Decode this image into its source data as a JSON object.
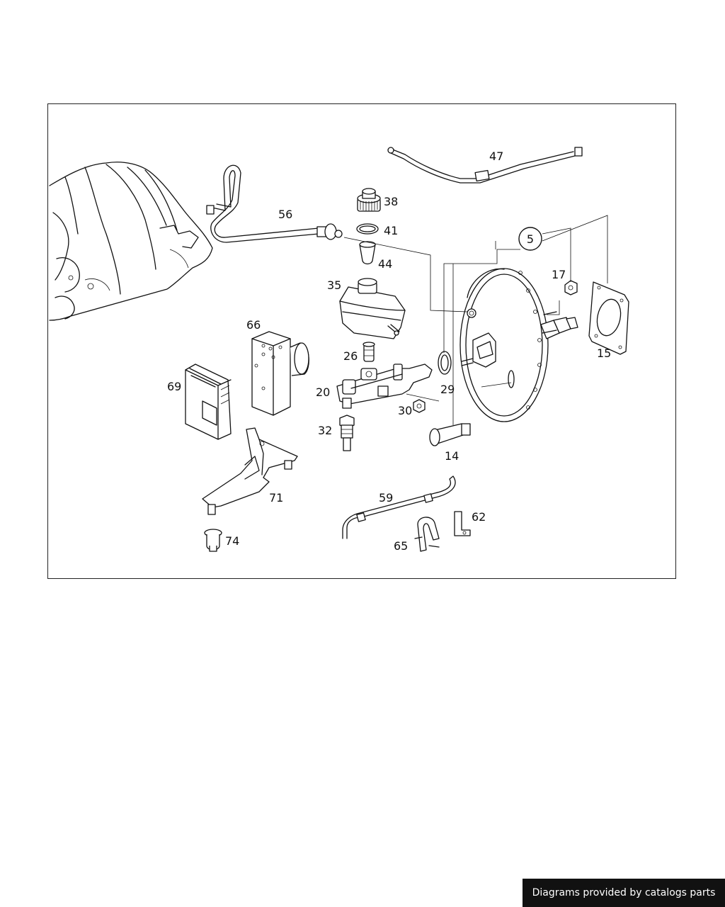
{
  "diagram": {
    "callouts": {
      "c5": "5",
      "c14": "14",
      "c15": "15",
      "c17": "17",
      "c20": "20",
      "c26": "26",
      "c29": "29",
      "c30": "30",
      "c32": "32",
      "c35": "35",
      "c38": "38",
      "c41": "41",
      "c44": "44",
      "c47": "47",
      "c56": "56",
      "c59": "59",
      "c62": "62",
      "c65": "65",
      "c66": "66",
      "c69": "69",
      "c71": "71",
      "c74": "74"
    }
  },
  "footer": {
    "credit": "Diagrams provided by catalogs parts"
  }
}
